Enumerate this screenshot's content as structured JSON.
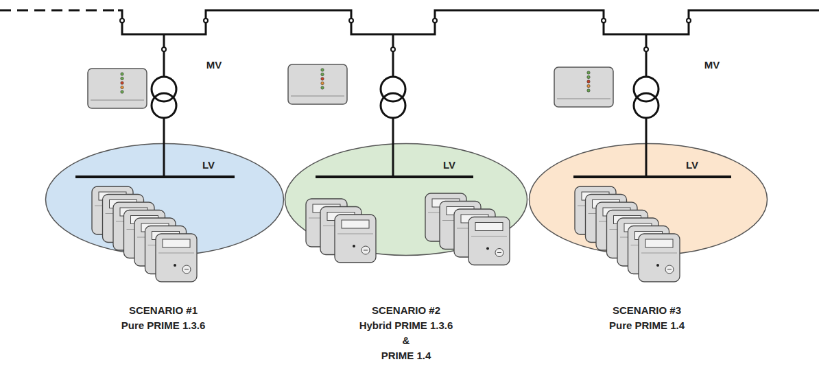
{
  "diagram": {
    "nodes": [
      {
        "text": [
          "LV"
        ]
      },
      {
        "text": [
          "LV"
        ]
      },
      {
        "text": [
          "LV"
        ]
      }
    ],
    "labels": [
      "MV",
      "MV",
      "SCENARIO #1",
      "Pure PRIME 1.3.6",
      "SCENARIO #2",
      "Hybrid PRIME 1.3.6",
      "&",
      "PRIME 1.4",
      "SCENARIO #3",
      "Pure PRIME 1.4"
    ]
  }
}
